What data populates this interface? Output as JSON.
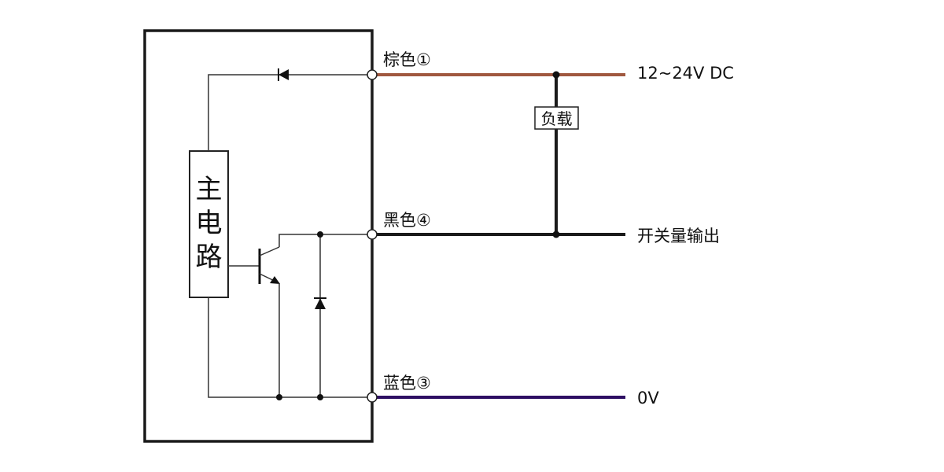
{
  "colors": {
    "frame": "#1a1a1a",
    "wire_brown": "#a0583f",
    "wire_black": "#1a1a1a",
    "wire_blue": "#2e0f63",
    "thin_line": "#333333"
  },
  "main_circuit": {
    "char1": "主",
    "char2": "电",
    "char3": "路"
  },
  "terminals": {
    "brown": "棕色①",
    "black": "黑色④",
    "blue": "蓝色③"
  },
  "outputs": {
    "supply": "12~24V DC",
    "switch": "开关量输出",
    "ground": "0V"
  },
  "load": "负载"
}
